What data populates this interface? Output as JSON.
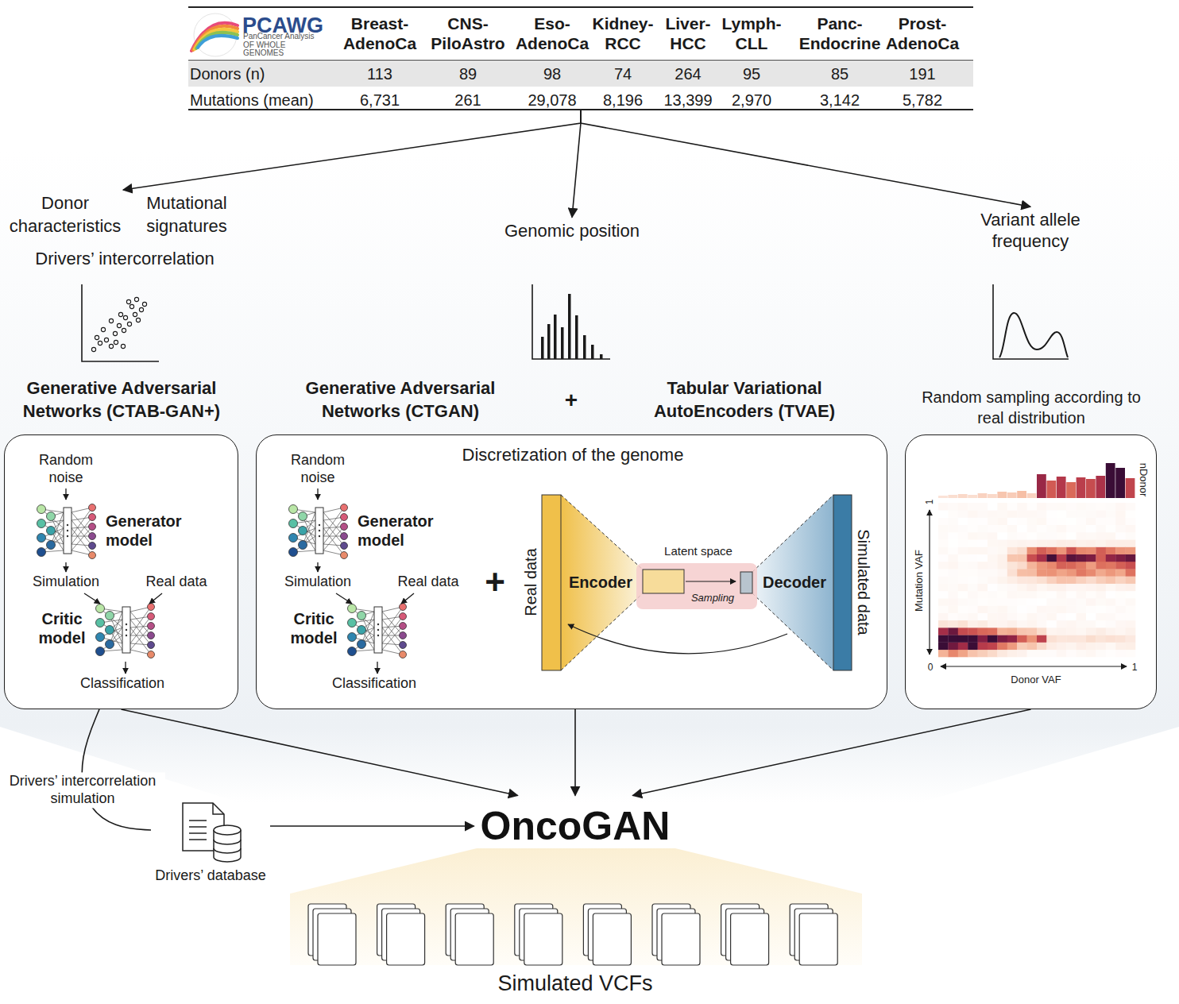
{
  "diagram": {
    "nodes": [
      {
        "text": [
          "PCAWG",
          "PanCancer Analysis OF WHOLE GENOMES",
          "Breast- AdenoCa",
          "CNS- PiloAstro",
          "Eso- AdenoCa",
          "Kidney- RCC",
          "Liver- HCC",
          "Lymph- CLL",
          "Panc- Endocrine",
          "Prost- AdenoCa",
          "Donors (n)",
          "113",
          "89",
          "98",
          "74",
          "264",
          "95",
          "85",
          "191",
          "Mutations (mean)",
          "6,731",
          "261",
          "29,078",
          "8,196",
          "13,399",
          "2,970",
          "3,142",
          "5,782"
        ]
      },
      {
        "text": [
          "Donor characteristics",
          "Mutational signatures",
          "Drivers’ intercorrelation"
        ]
      },
      {
        "text": [
          "Genomic position"
        ]
      },
      {
        "text": [
          "Variant allele frequency"
        ]
      },
      {
        "text": [
          "Generative Adversarial Networks (CTAB-GAN+)",
          "Random noise",
          "Generator model",
          "Simulation",
          "Real data",
          "Critic model",
          "Classification"
        ]
      },
      {
        "text": [
          "Generative Adversarial Networks (CTGAN)",
          "+",
          "Tabular Variational AutoEncoders (TVAE)",
          "Discretization of the genome",
          "Random noise",
          "Generator model",
          "Simulation",
          "Real data",
          "Critic model",
          "Classification",
          "+",
          "Real data",
          "Encoder",
          "Latent space",
          "Sampling",
          "Decoder",
          "Simulated data"
        ]
      },
      {
        "text": [
          "Random sampling according to real distribution",
          "nDonor",
          "1",
          "Mutation VAF",
          "0",
          "Donor VAF",
          "1"
        ]
      },
      {
        "text": [
          "Drivers’ database"
        ]
      },
      {
        "text": [
          "OncoGAN"
        ]
      }
    ],
    "edges": [
      {
        "from": 0,
        "to": 1,
        "arrow": "to"
      },
      {
        "from": 0,
        "to": 2,
        "arrow": "to"
      },
      {
        "from": 0,
        "to": 3,
        "arrow": "to"
      },
      {
        "from": 4,
        "to": 8,
        "arrow": "to"
      },
      {
        "from": 5,
        "to": 8,
        "arrow": "to"
      },
      {
        "from": 6,
        "to": 8,
        "arrow": "to"
      },
      {
        "from": 4,
        "to": 7,
        "label": "Drivers’ intercorrelation simulation",
        "arrow": "none"
      },
      {
        "from": 7,
        "to": 8,
        "arrow": "to"
      }
    ],
    "labels": [
      "Simulated VCFs"
    ]
  }
}
